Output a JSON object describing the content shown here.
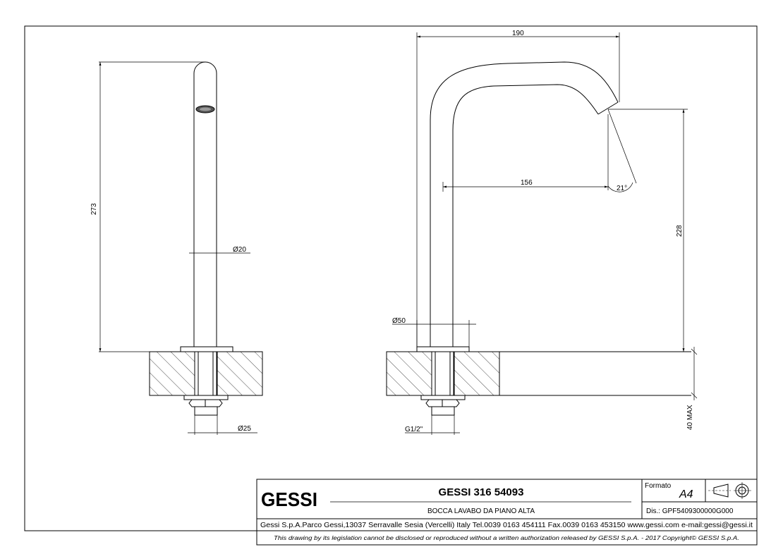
{
  "side_view": {
    "height_label": "273",
    "tube_diameter_label": "Ø20",
    "shank_diameter_label": "Ø25"
  },
  "front_view": {
    "reach_label": "190",
    "inner_reach_label": "156",
    "angle_label": "21°",
    "spout_height_label": "228",
    "base_diameter_label": "Ø50",
    "thread_label": "G1/2\"",
    "max_thickness_label": "40 MAX"
  },
  "title_block": {
    "logo": "GESSI",
    "product_code": "GESSI 316 54093",
    "description": "BOCCA LAVABO DA PIANO ALTA",
    "format_caption": "Formato",
    "format_value": "A4",
    "drawing_number": "Dis.: GPF5409300000G000",
    "company_info": "Gessi S.p.A.Parco Gessi,13037 Serravalle Sesia (Vercelli) Italy Tel.0039 0163 454111 Fax.0039 0163 453150 www.gessi.com e-mail:gessi@gessi.it",
    "legal_notice": "This drawing by its legislation cannot be disclosed or reproduced without a written authorization released by GESSI S.p.A. - 2017 Copyright© GESSI S.p.A."
  }
}
